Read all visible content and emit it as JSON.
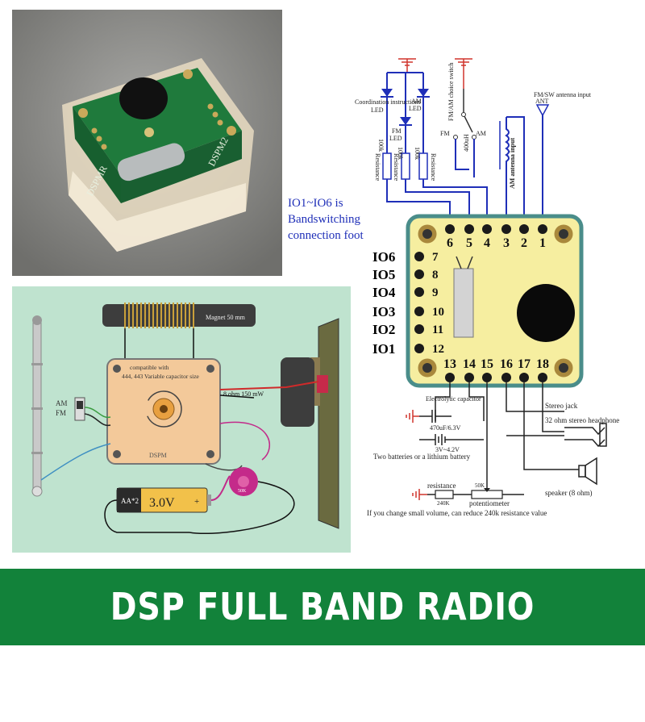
{
  "banner": {
    "title": "DSP FULL BAND RADIO MODULE"
  },
  "io_note": [
    "IO1~IO6 is",
    "Bandswitching",
    "connection foot"
  ],
  "io_labels": [
    "IO6",
    "IO5",
    "IO4",
    "IO3",
    "IO2",
    "IO1"
  ],
  "pins_top": [
    "6",
    "5",
    "4",
    "3",
    "2",
    "1"
  ],
  "pins_left": [
    "7",
    "8",
    "9",
    "10",
    "11",
    "12"
  ],
  "pins_bottom": [
    "13",
    "14",
    "15",
    "16",
    "17",
    "18"
  ],
  "photo": {
    "board_text_left": "DSPMR",
    "board_text_right": "DSPM2"
  },
  "wiring": {
    "magnet": "Magnet 50 mm",
    "compat_line1": "compatible with",
    "compat_line2": "444, 443 Variable capacitor size",
    "speaker_label": "8 ohm 150 mW",
    "am": "AM",
    "fm": "FM",
    "module": "DSPM",
    "battery_type": "AA*2",
    "battery_voltage": "3.0V",
    "battery_plus": "+",
    "pot": "50K"
  },
  "schematic": {
    "coord_led": [
      "Coordination instructions",
      "LED"
    ],
    "fm_led": [
      "FM",
      "LED"
    ],
    "am_led": [
      "AM",
      "LED"
    ],
    "switch_label": "FM/AM choice switch",
    "sw_fm": "FM",
    "sw_am": "AM",
    "antenna": [
      "FM/SW antenna input",
      "ANT"
    ],
    "inductor": "400uH",
    "am_ant": "AM antenna input",
    "res_100k": "100k",
    "resistance": "Resistance",
    "electrolytic": "Electrolytic capacitor",
    "cap_value": "470uF/6.3V",
    "battery_range": "3V~4.2V",
    "battery_note": "Two batteries or a lithium battery",
    "stereo": [
      "Stereo jack",
      "32 ohm stereo headphone"
    ],
    "speaker": "speaker (8 ohm)",
    "res_label": "resistance",
    "res_240k": "240K",
    "pot_50k": "50K",
    "pot_label": "potentiometer",
    "volume_note": "If you change small volume, can reduce 240k resistance value"
  },
  "colors": {
    "banner": "#12823a",
    "board": "#f6eea0",
    "board_border": "#4a8d8a",
    "wire_blue": "#1f2fb8",
    "wiring_bg": "#bfe3cf",
    "ground": "#d0342c"
  }
}
